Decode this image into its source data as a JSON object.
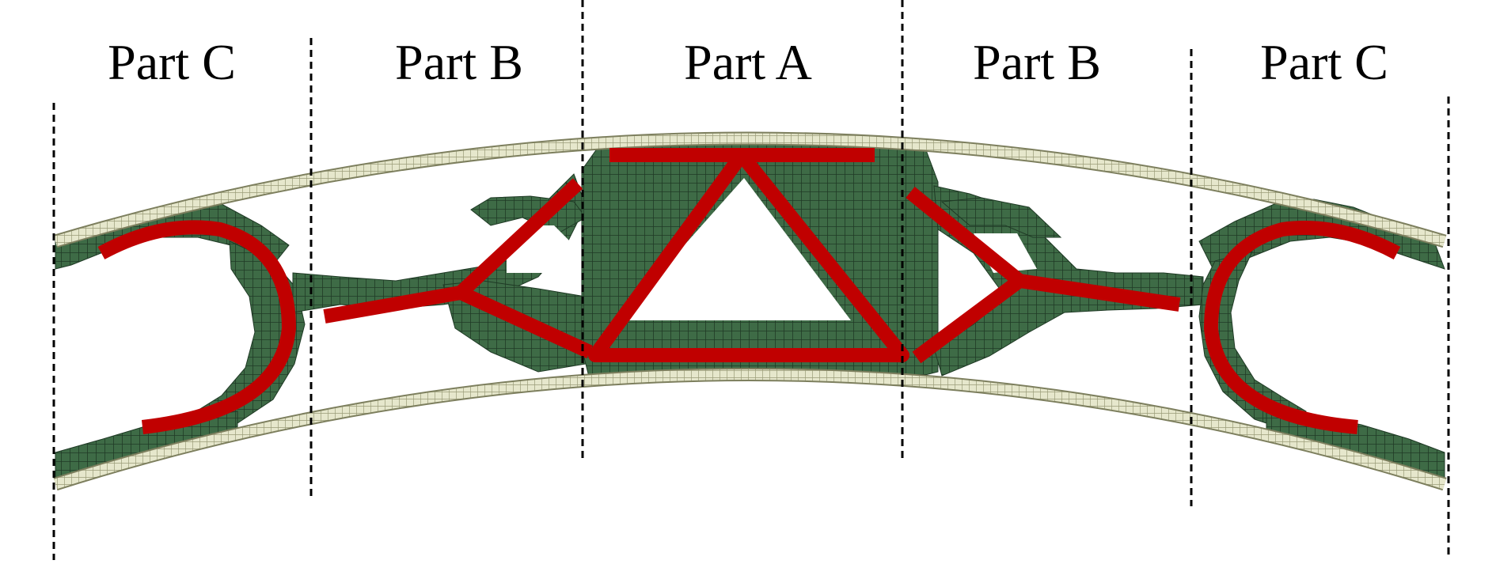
{
  "labels": [
    "Part C",
    "Part B",
    "Part A",
    "Part B",
    "Part C"
  ],
  "colors": {
    "background": "#ffffff",
    "material_fill": "#3e6b46",
    "material_grid": "#1f3a25",
    "skin_fill": "#e6e7cc",
    "skin_grid": "#9a9c78",
    "truss": "#c00000",
    "divider": "#000000"
  }
}
